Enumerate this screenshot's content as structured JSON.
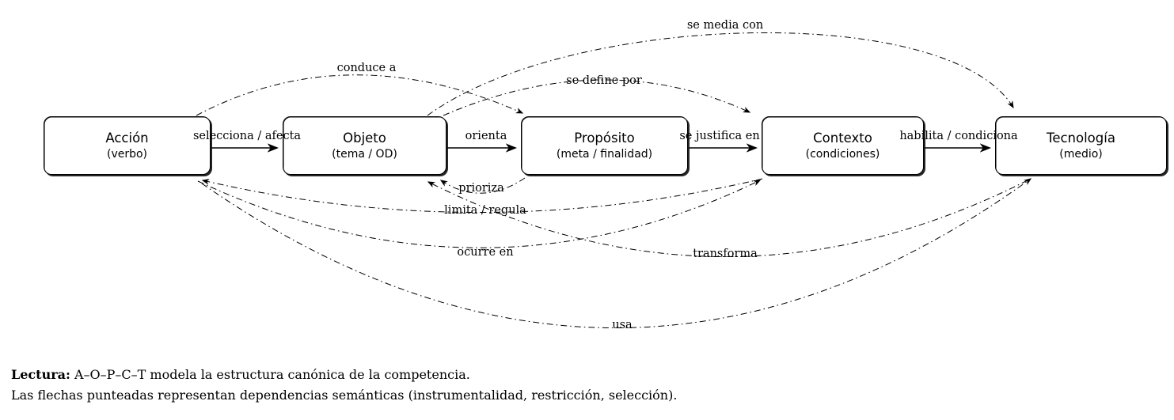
{
  "diagram": {
    "nodes": [
      {
        "id": "accion",
        "title": "Acción",
        "subtitle": "(verbo)"
      },
      {
        "id": "objeto",
        "title": "Objeto",
        "subtitle": "(tema / OD)"
      },
      {
        "id": "proposito",
        "title": "Propósito",
        "subtitle": "(meta / finalidad)"
      },
      {
        "id": "contexto",
        "title": "Contexto",
        "subtitle": "(condiciones)"
      },
      {
        "id": "tecnologia",
        "title": "Tecnología",
        "subtitle": "(medio)"
      }
    ],
    "solid_edges": [
      {
        "from": "accion",
        "to": "objeto",
        "label": "selecciona / afecta"
      },
      {
        "from": "objeto",
        "to": "proposito",
        "label": "orienta"
      },
      {
        "from": "proposito",
        "to": "contexto",
        "label": "se justifica en"
      },
      {
        "from": "contexto",
        "to": "tecnologia",
        "label": "habilita / condiciona"
      }
    ],
    "dashed_edges": [
      {
        "from": "accion",
        "to": "proposito",
        "label": "conduce a"
      },
      {
        "from": "objeto",
        "to": "contexto",
        "label": "se define por"
      },
      {
        "from": "objeto",
        "to": "tecnologia",
        "label": "se media con"
      },
      {
        "from": "proposito",
        "to": "objeto",
        "label": "prioriza"
      },
      {
        "from": "contexto",
        "to": "accion",
        "label": "limita / regula"
      },
      {
        "from": "accion",
        "to": "contexto",
        "label": "ocurre en"
      },
      {
        "from": "tecnologia",
        "to": "objeto",
        "label": "transforma"
      },
      {
        "from": "accion",
        "to": "tecnologia",
        "label": "usa"
      }
    ],
    "caption": {
      "bold_prefix": "Lectura:",
      "line1_rest": " A–O–P–C–T modela la estructura canónica de la competencia.",
      "line2": "Las flechas punteadas representan dependencias semánticas (instrumentalidad, restricción, selección)."
    },
    "colors": {
      "stroke": "#000000",
      "background": "#ffffff"
    }
  }
}
